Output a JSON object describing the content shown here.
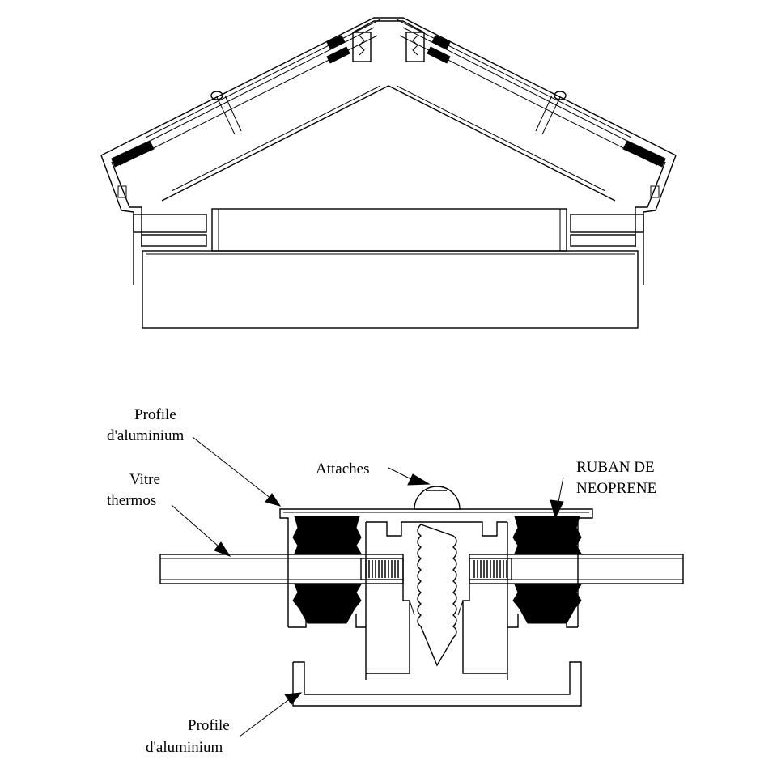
{
  "labels": {
    "profile_top_line1": "Profile",
    "profile_top_line2": "d'aluminium",
    "vitre_line1": "Vitre",
    "vitre_line2": "thermos",
    "attaches": "Attaches",
    "ruban_line1": "RUBAN DE",
    "ruban_line2": "NEOPRENE",
    "profile_bottom_line1": "Profile",
    "profile_bottom_line2": "d'aluminium"
  },
  "colors": {
    "line": "#000000",
    "background": "#ffffff",
    "gasket": "#000000"
  }
}
